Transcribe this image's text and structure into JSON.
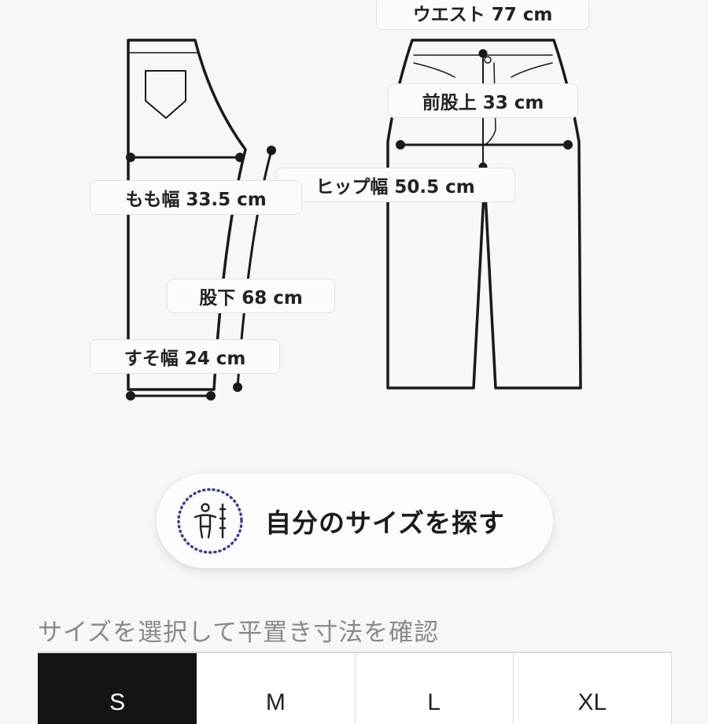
{
  "measurements": {
    "waist": "ウエスト 77 cm",
    "front_rise": "前股上 33 cm",
    "thigh": "もも幅 33.5 cm",
    "hip": "ヒップ幅 50.5 cm",
    "inseam": "股下 68 cm",
    "hem": "すそ幅 24 cm"
  },
  "find_size_button": {
    "label": "自分のサイズを探す",
    "icon": "person-height-icon"
  },
  "size_selector": {
    "caption": "サイズを選択して平置き寸法を確認",
    "selected": "S",
    "sizes": [
      "S",
      "M",
      "L",
      "XL"
    ]
  },
  "colors": {
    "selected_tab_bg": "#141414",
    "icon_accent": "#3a3f8f"
  }
}
